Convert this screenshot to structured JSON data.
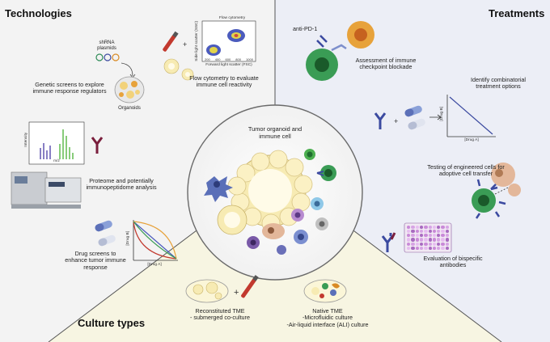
{
  "sections": {
    "technologies": "Technologies",
    "treatments": "Treatments",
    "culture_types": "Culture types"
  },
  "center": {
    "title_line1": "Tumor organoid and",
    "title_line2": "immune cell"
  },
  "technologies": {
    "shrna_line1": "shRNA",
    "shrna_line2": "plasmids",
    "organoids": "Organoids",
    "genetic_line1": "Genetic screens to explore",
    "genetic_line2": "immune response regulators",
    "flow_title": "Flow cytometry",
    "flow_ylabel": "Side light scatter (SSC)",
    "flow_xlabel": "Forward light scatter (FSC)",
    "flow_ticks": [
      "200",
      "400",
      "600",
      "800",
      "1000"
    ],
    "flow_line1": "Flow cytometry to evaluate",
    "flow_line2": "immune cell reactivity",
    "ms_ylabel": "Intensity",
    "ms_xlabel": "m/z",
    "proteome_line1": "Proteome and potentially",
    "proteome_line2": "immunopeptidome analysis",
    "drug_line1": "Drug screens to",
    "drug_line2": "enhance tumor immune",
    "drug_line3": "response",
    "drug_ylabel": "[Drug B]",
    "drug_xlabel": "[Drug A]"
  },
  "treatments": {
    "anti_pd1": "anti-PD-1",
    "checkpoint_line1": "Assessment of immune",
    "checkpoint_line2": "checkpoint blockade",
    "combo_line1": "Identify combinatorial",
    "combo_line2": "treatment options",
    "combo_ylabel": "[Drug B]",
    "combo_xlabel": "[Drug A]",
    "engineered_line1": "Testing of engineered cells for",
    "engineered_line2": "adoptive cell transfer",
    "bispecific_line1": "Evaluation of bispecific",
    "bispecific_line2": "antibodies"
  },
  "culture": {
    "recon_title": "Reconstituted TME",
    "recon_sub": "- submerged co-culture",
    "native_title": "Native TME",
    "native_sub1": "-Microfluidic culture",
    "native_sub2": "-Air-liquid interface (ALI) culture"
  },
  "colors": {
    "tech_bg": "#f3f3f3",
    "treat_bg": "#eceef6",
    "culture_bg": "#f7f5e2",
    "organoid_yellow": "#f7ebb3",
    "tcell_green": "#2e8b57",
    "antibody_blue": "#3b4aa0",
    "capsule_blue": "#8aa0d8"
  },
  "icons": [
    "plasmid-icon",
    "organoid-dish-icon",
    "blood-tube-icon",
    "flow-plot-icon",
    "mass-spectrum-icon",
    "mass-spectrometer-icon",
    "capsule-icon",
    "antibody-icon",
    "t-cell-icon",
    "tumor-cell-icon",
    "well-plate-icon",
    "car-t-cell-icon",
    "petri-dish-icon",
    "dendritic-cell-icon"
  ]
}
